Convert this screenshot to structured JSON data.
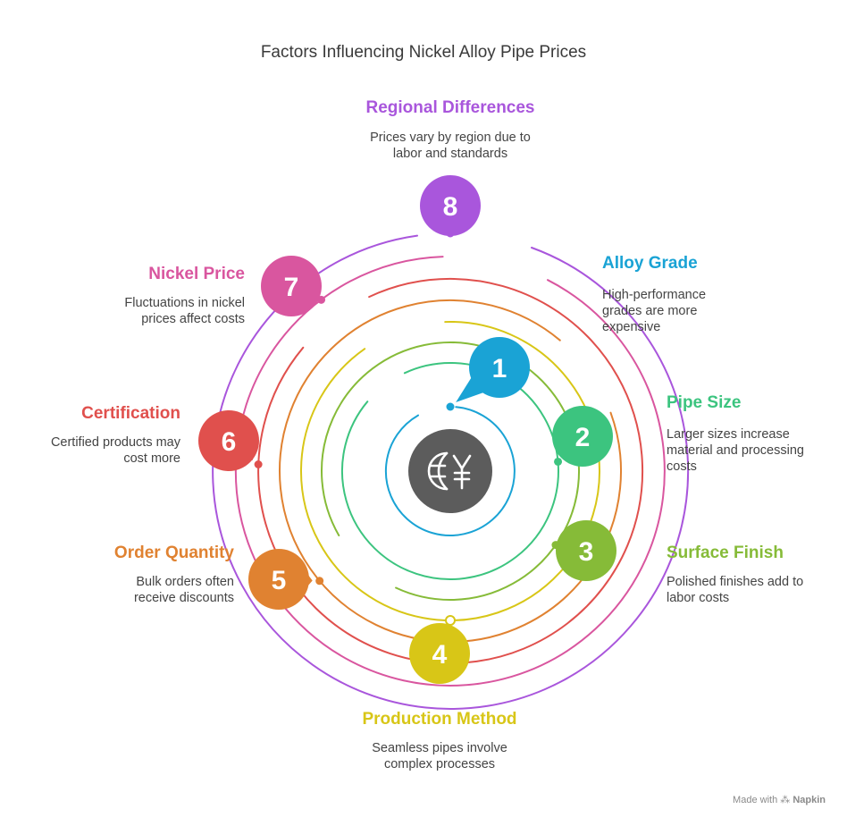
{
  "title": "Factors Influencing Nickel Alloy Pipe Prices",
  "center_icon": "globe-yen-icon",
  "factors": [
    {
      "number": "1",
      "title": "Alloy Grade",
      "description": "High-performance\ngrades are more\nexpensive",
      "color": "#1aa3d5"
    },
    {
      "number": "2",
      "title": "Pipe Size",
      "description": "Larger sizes increase\nmaterial and processing\ncosts",
      "color": "#3cc47f"
    },
    {
      "number": "3",
      "title": "Surface Finish",
      "description": "Polished finishes add to\nlabor costs",
      "color": "#86bb38"
    },
    {
      "number": "4",
      "title": "Production Method",
      "description": "Seamless pipes involve\ncomplex processes",
      "color": "#d8c617"
    },
    {
      "number": "5",
      "title": "Order Quantity",
      "description": "Bulk orders often\nreceive discounts",
      "color": "#e08231"
    },
    {
      "number": "6",
      "title": "Certification",
      "description": "Certified products may\ncost more",
      "color": "#e0504d"
    },
    {
      "number": "7",
      "title": "Nickel Price",
      "description": "Fluctuations in nickel\nprices affect costs",
      "color": "#d9569f"
    },
    {
      "number": "8",
      "title": "Regional Differences",
      "description": "Prices vary by region due to\nlabor and standards",
      "color": "#a956dc"
    }
  ],
  "footer": {
    "prefix": "Made with",
    "brand": "Napkin"
  }
}
